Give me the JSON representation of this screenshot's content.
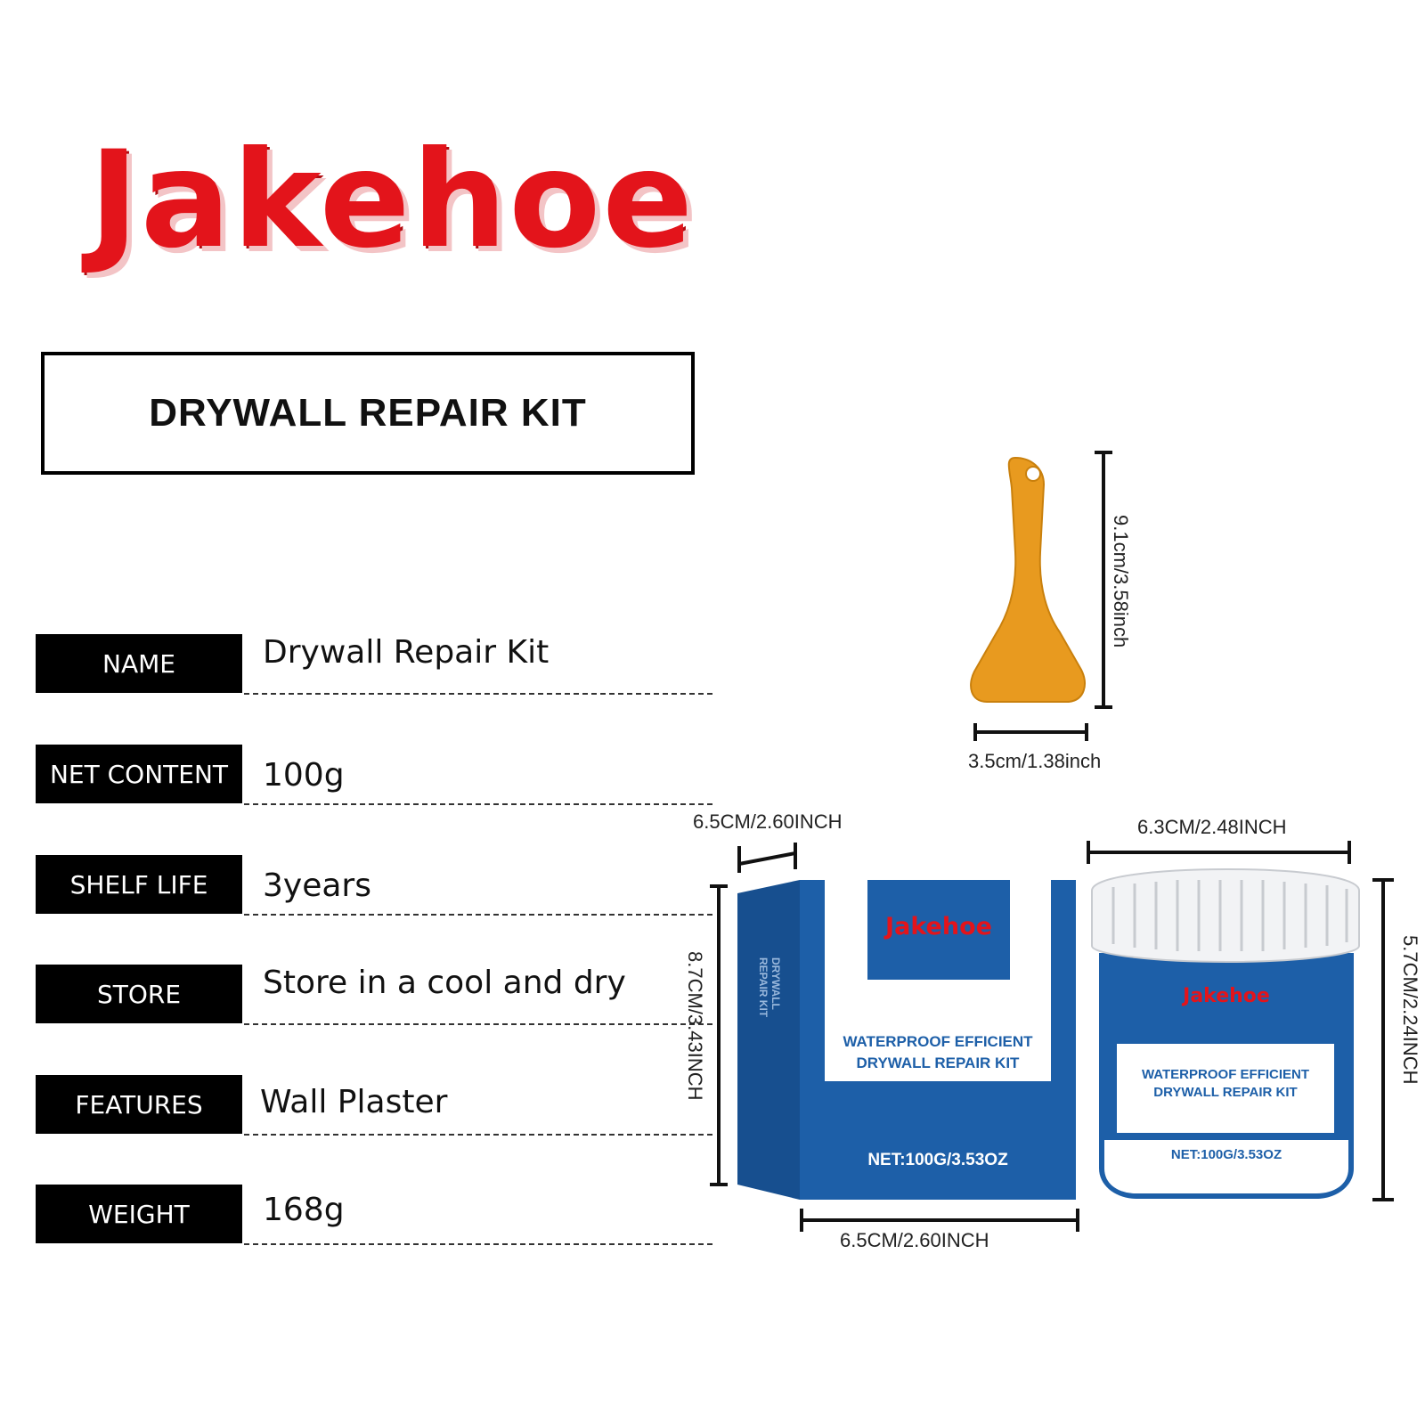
{
  "brand": "Jakehoe",
  "title": "DRYWALL REPAIR KIT",
  "specs": [
    {
      "label": "NAME",
      "value": "Drywall Repair Kit"
    },
    {
      "label": "NET  CONTENT",
      "value": "100g"
    },
    {
      "label": "SHELF LIFE",
      "value": "3years"
    },
    {
      "label": "STORE",
      "value": "Store in a cool and dry"
    },
    {
      "label": "FEATURES",
      "value": "Wall Plaster"
    },
    {
      "label": "WEIGHT",
      "value": "168g"
    }
  ],
  "dimensions": {
    "scraper_height": "9.1cm/3.58inch",
    "scraper_width": "3.5cm/1.38inch",
    "box_depth": "6.5CM/2.60INCH",
    "box_height": "8.7CM/3.43INCH",
    "box_width": "6.5CM/2.60INCH",
    "jar_width": "6.3CM/2.48INCH",
    "jar_height": "5.7CM/2.24INCH"
  },
  "package": {
    "brand": "Jakehoe",
    "line1": "WATERPROOF EFFICIENT",
    "line2": "DRYWALL REPAIR KIT",
    "side_text_1": "DRYWALL",
    "side_text_2": "REPAIR KIT",
    "net": "NET:100G/3.53OZ"
  },
  "colors": {
    "brand_red": "#e3141b",
    "package_blue": "#1d5fa8",
    "scraper_orange": "#e89a1f"
  }
}
